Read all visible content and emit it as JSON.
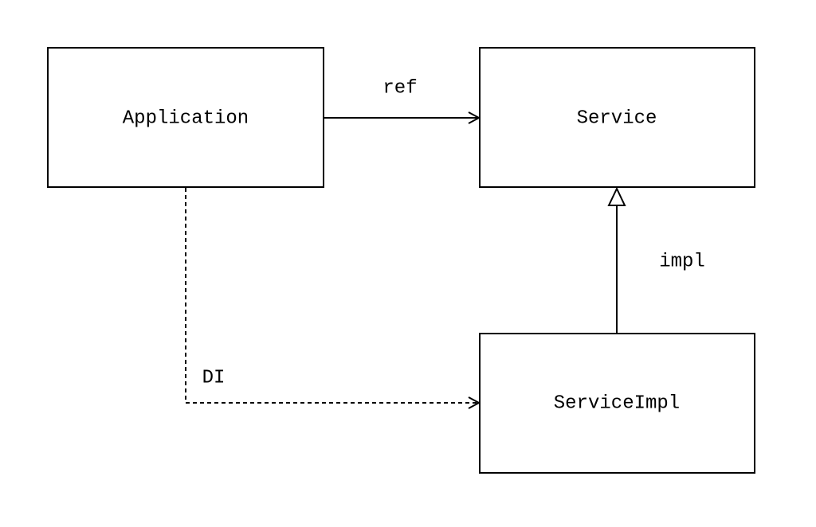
{
  "nodes": {
    "application": {
      "label": "Application"
    },
    "service": {
      "label": "Service"
    },
    "service_impl": {
      "label": "ServiceImpl"
    }
  },
  "edges": {
    "ref": {
      "label": "ref",
      "from": "Application",
      "to": "Service",
      "style": "solid",
      "arrow": "open"
    },
    "di": {
      "label": "DI",
      "from": "Application",
      "to": "ServiceImpl",
      "style": "dashed",
      "arrow": "open"
    },
    "impl": {
      "label": "impl",
      "from": "ServiceImpl",
      "to": "Service",
      "style": "solid",
      "arrow": "hollow-triangle"
    }
  },
  "colors": {
    "stroke": "#000000",
    "background": "#ffffff"
  }
}
